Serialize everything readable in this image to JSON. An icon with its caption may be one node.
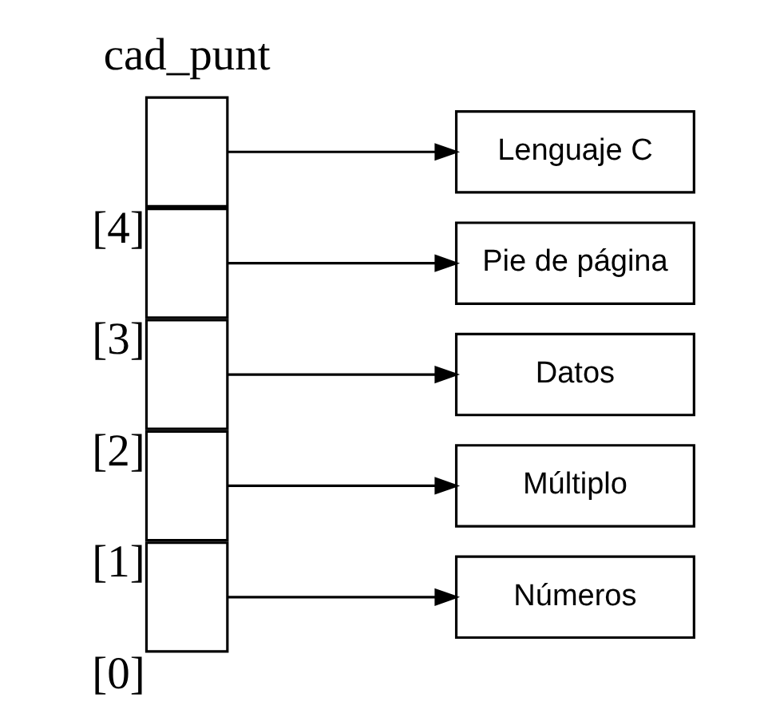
{
  "diagram": {
    "nodes": [
      {
        "text": [],
        "shape": "box",
        "beside": [
          "[0]"
        ]
      },
      {
        "text": [],
        "shape": "box",
        "beside": [
          "[1]"
        ]
      },
      {
        "text": [],
        "shape": "box",
        "beside": [
          "[2]"
        ]
      },
      {
        "text": [],
        "shape": "box",
        "beside": [
          "[3]"
        ]
      },
      {
        "text": [],
        "shape": "box",
        "beside": [
          "[4]"
        ]
      },
      {
        "text": [
          "Números"
        ]
      },
      {
        "text": [
          "Múltiplo"
        ]
      },
      {
        "text": [
          "Datos"
        ]
      },
      {
        "text": [
          "Pie de página"
        ]
      },
      {
        "text": [
          "Lenguaje C"
        ]
      }
    ],
    "edges": [
      {
        "from": 0,
        "to": 5,
        "arrow": "to"
      },
      {
        "from": 1,
        "to": 6,
        "arrow": "to"
      },
      {
        "from": 2,
        "to": 7,
        "arrow": "to"
      },
      {
        "from": 3,
        "to": 8,
        "arrow": "to"
      },
      {
        "from": 4,
        "to": 9,
        "arrow": "to"
      }
    ],
    "labels": [
      "cad_punt"
    ]
  }
}
